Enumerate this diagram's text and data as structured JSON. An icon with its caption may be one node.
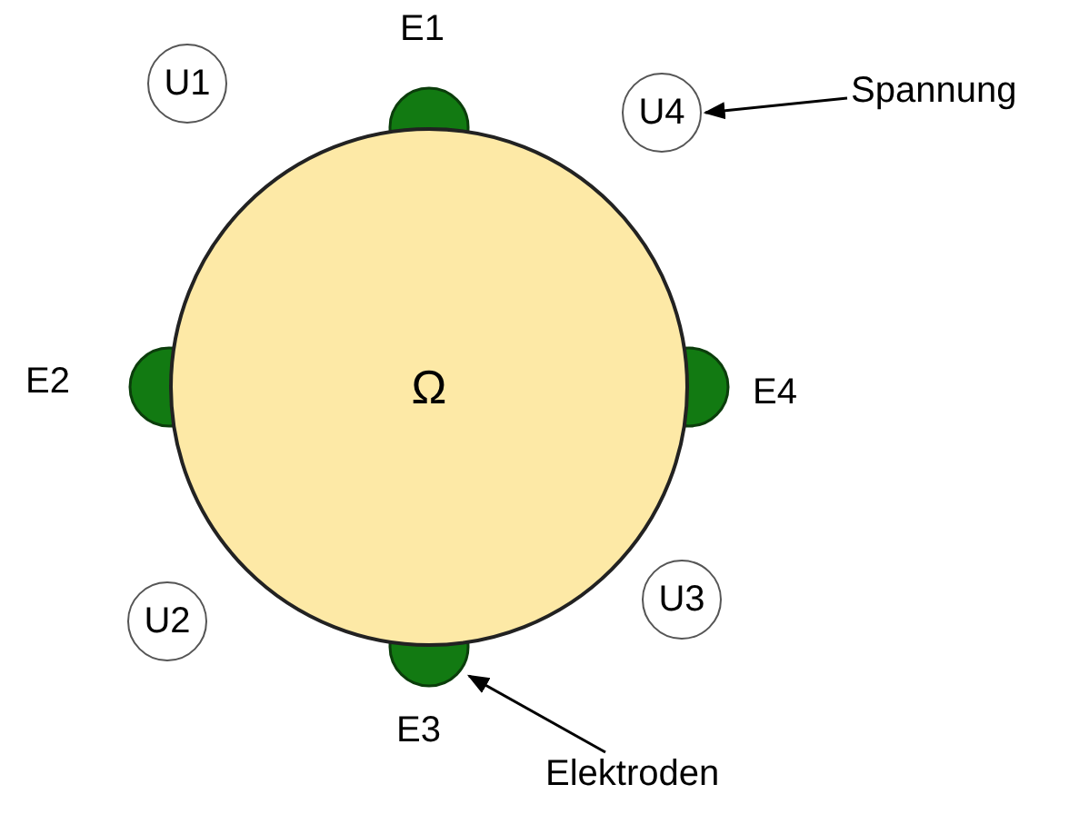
{
  "diagram": {
    "nodes": [
      {
        "text": [
          "Ω"
        ]
      },
      {
        "text": [],
        "shape": "semicircle",
        "beside": [
          "E1"
        ]
      },
      {
        "text": [],
        "shape": "semicircle",
        "beside": [
          "E2"
        ]
      },
      {
        "text": [],
        "shape": "semicircle",
        "beside": [
          "E4"
        ]
      },
      {
        "text": [],
        "shape": "semicircle",
        "beside": [
          "E3"
        ]
      },
      {
        "text": [
          "U1"
        ]
      },
      {
        "text": [
          "U4"
        ]
      },
      {
        "text": [
          "Spannung"
        ]
      },
      {
        "text": [
          "U2"
        ]
      },
      {
        "text": [
          "U3"
        ]
      },
      {
        "text": [
          "Elektroden"
        ]
      }
    ],
    "edges": [
      {
        "from": 7,
        "to": 6,
        "arrow": "to"
      },
      {
        "from": 10,
        "to": 4,
        "arrow": "to"
      }
    ]
  }
}
